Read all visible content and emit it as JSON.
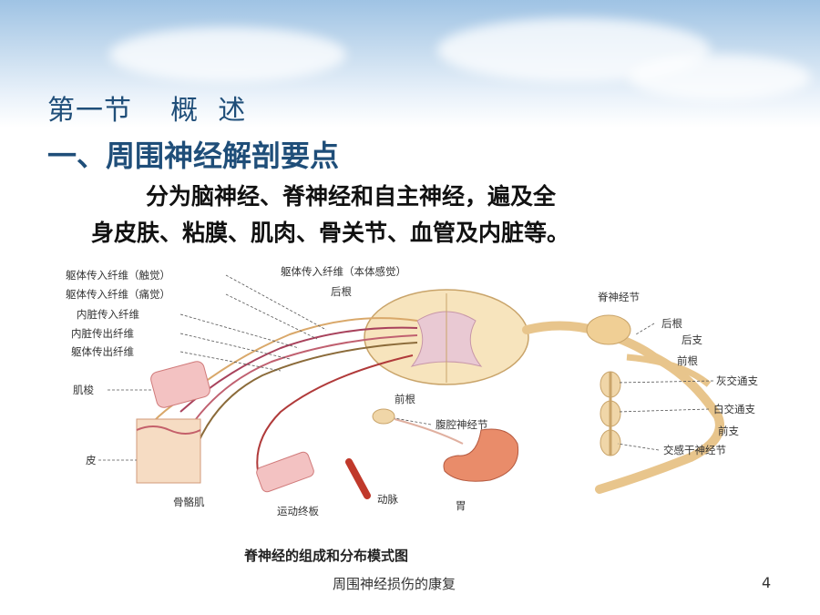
{
  "slide": {
    "section_title": "第一节    概  述",
    "subtitle": "一、周围神经解剖要点",
    "body_line1": "分为脑神经、脊神经和自主神经，遍及全",
    "body_line2": "身皮肤、粘膜、肌肉、骨关节、血管及内脏等。",
    "footer": "周围神经损伤的康复",
    "page_number": "4"
  },
  "diagram": {
    "caption": "脊神经的组成和分布模式图",
    "labels": {
      "fiber_touch": "躯体传入纤维（触觉）",
      "fiber_pain": "躯体传入纤维（痛觉）",
      "visceral_afferent": "内脏传入纤维",
      "visceral_efferent": "内脏传出纤维",
      "somatic_efferent": "躯体传出纤维",
      "proprio": "躯体传入纤维（本体感觉）",
      "posterior_root_top": "后根",
      "spinal_ganglion": "脊神经节",
      "posterior_root_right": "后根",
      "posterior_branch": "后支",
      "anterior_root_right": "前根",
      "gray_ramus": "灰交通支",
      "white_ramus": "白交通支",
      "anterior_branch": "前支",
      "sympathetic_ganglion": "交感干神经节",
      "anterior_root_center": "前根",
      "celiac_ganglion": "腹腔神经节",
      "muscle_spindle": "肌梭",
      "skin": "皮",
      "skeletal_muscle": "骨骼肌",
      "motor_endplate": "运动终板",
      "artery": "动脉",
      "stomach": "胃"
    }
  }
}
